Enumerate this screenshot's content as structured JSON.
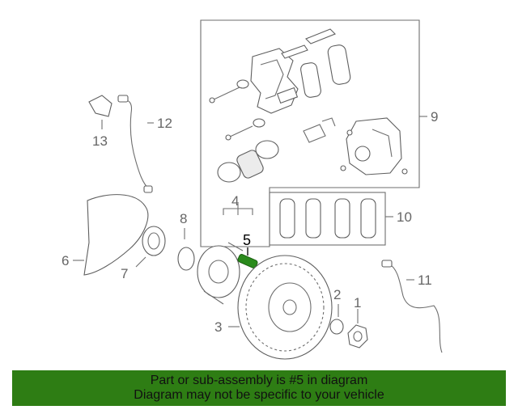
{
  "callouts": {
    "c1": "1",
    "c2": "2",
    "c3": "3",
    "c4": "4",
    "c5": "5",
    "c6": "6",
    "c7": "7",
    "c8": "8",
    "c9": "9",
    "c10": "10",
    "c11": "11",
    "c12": "12",
    "c13": "13"
  },
  "highlighted_part": "5",
  "colors": {
    "banner": "#2e7d14",
    "highlight_part": "#2a8a1c",
    "line": "#6e6e6e"
  },
  "banner": {
    "line1": "Part or sub-assembly is #5 in diagram",
    "line2": "Diagram may not be specific to your vehicle"
  }
}
